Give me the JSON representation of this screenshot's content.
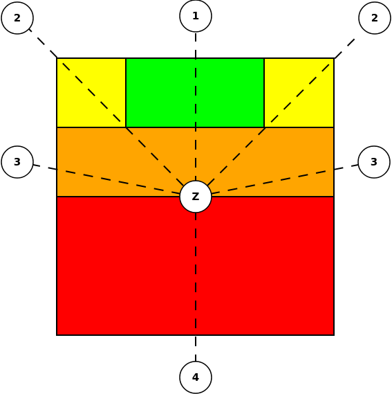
{
  "zones": [
    {
      "id": "top-left",
      "color": "#FFFF00"
    },
    {
      "id": "top-center",
      "color": "#00FF00"
    },
    {
      "id": "top-right",
      "color": "#FFFF00"
    },
    {
      "id": "middle",
      "color": "#FFA500"
    },
    {
      "id": "bottom",
      "color": "#FF0000"
    }
  ],
  "center_marker": {
    "label": "Z"
  },
  "markers": [
    {
      "id": "top-left",
      "label": "2"
    },
    {
      "id": "top-center",
      "label": "1"
    },
    {
      "id": "top-right",
      "label": "2"
    },
    {
      "id": "left",
      "label": "3"
    },
    {
      "id": "right",
      "label": "3"
    },
    {
      "id": "bottom",
      "label": "4"
    }
  ]
}
